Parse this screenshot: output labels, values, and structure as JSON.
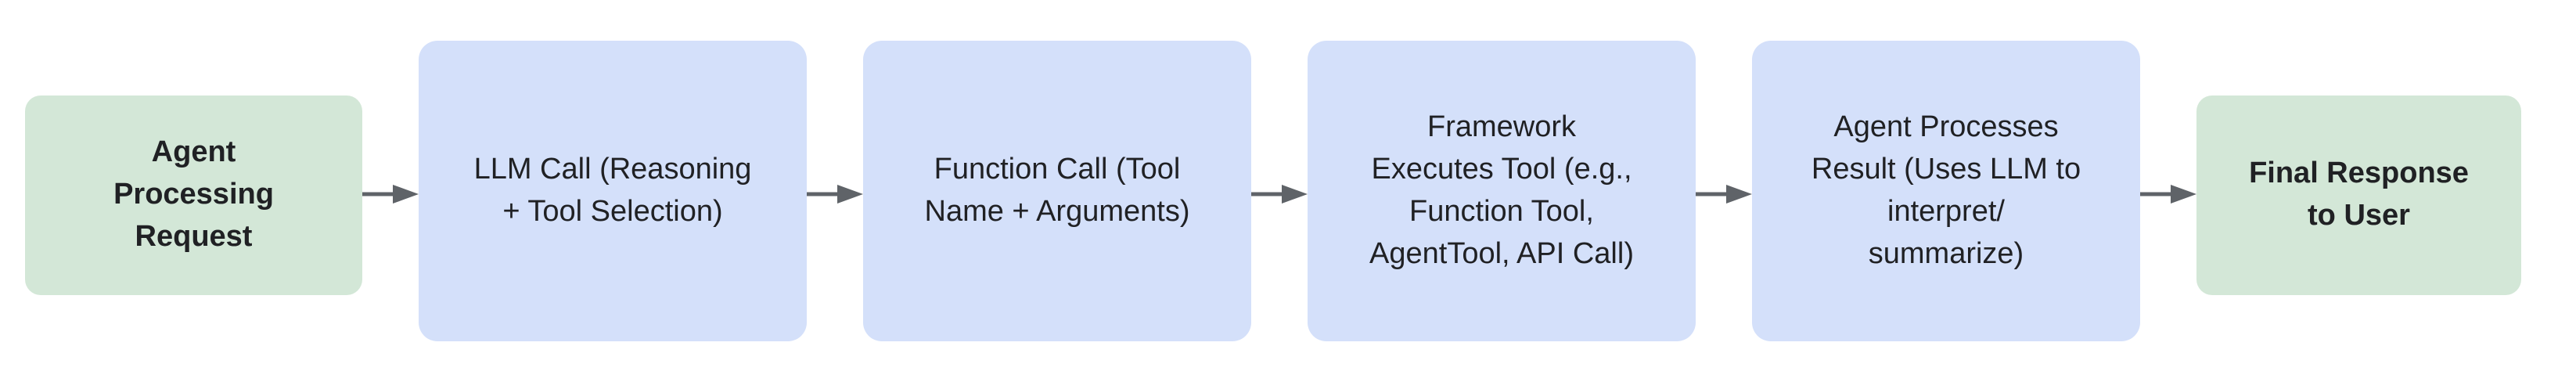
{
  "diagram": {
    "type": "flowchart",
    "direction": "left-to-right",
    "colors": {
      "terminal_fill": "#d3e7d7",
      "process_fill": "#d4e0fa",
      "arrow": "#5f6368",
      "text": "#202124",
      "background": "#ffffff"
    },
    "nodes": [
      {
        "id": "agent-processing-request",
        "type": "terminal",
        "label": "Agent\nProcessing\nRequest"
      },
      {
        "id": "llm-call",
        "type": "process",
        "label": "LLM Call (Reasoning\n+ Tool Selection)"
      },
      {
        "id": "function-call",
        "type": "process",
        "label": "Function Call (Tool\nName + Arguments)"
      },
      {
        "id": "framework-executes-tool",
        "type": "process",
        "label": "Framework\nExecutes Tool (e.g.,\nFunction Tool,\nAgentTool, API Call)"
      },
      {
        "id": "agent-processes-result",
        "type": "process",
        "label": "Agent Processes\nResult (Uses LLM to\ninterpret/\nsummarize)"
      },
      {
        "id": "final-response-to-user",
        "type": "terminal",
        "label": "Final Response\nto User"
      }
    ],
    "edges": [
      {
        "from": "agent-processing-request",
        "to": "llm-call"
      },
      {
        "from": "llm-call",
        "to": "function-call"
      },
      {
        "from": "function-call",
        "to": "framework-executes-tool"
      },
      {
        "from": "framework-executes-tool",
        "to": "agent-processes-result"
      },
      {
        "from": "agent-processes-result",
        "to": "final-response-to-user"
      }
    ]
  }
}
